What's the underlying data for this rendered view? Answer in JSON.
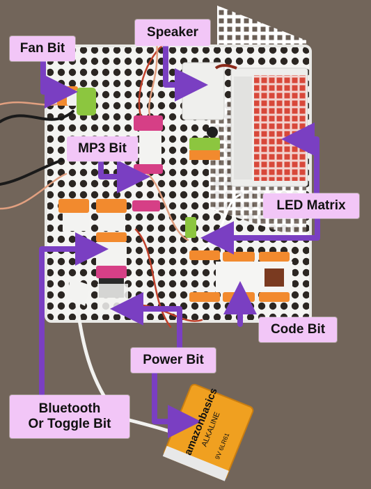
{
  "labels": {
    "fan_bit": "Fan Bit",
    "speaker": "Speaker",
    "mp3_bit": "MP3 Bit",
    "led_matrix": "LED Matrix",
    "code_bit": "Code Bit",
    "power_bit": "Power Bit",
    "bluetooth_line1": "Bluetooth",
    "bluetooth_line2": "Or Toggle Bit"
  },
  "battery": {
    "brand": "amazonbasics",
    "type": "ALKALINE",
    "voltage": "9V  6LR61"
  },
  "colors": {
    "callout_fill": "#f2c6f7",
    "arrow": "#7a3fc2",
    "pegboard": "#f4f4f2",
    "orange_bit": "#f28a2e",
    "pink_bit": "#d63f86",
    "green_bit": "#8cc63f",
    "battery": "#f0a020",
    "table": "#6d6257"
  }
}
